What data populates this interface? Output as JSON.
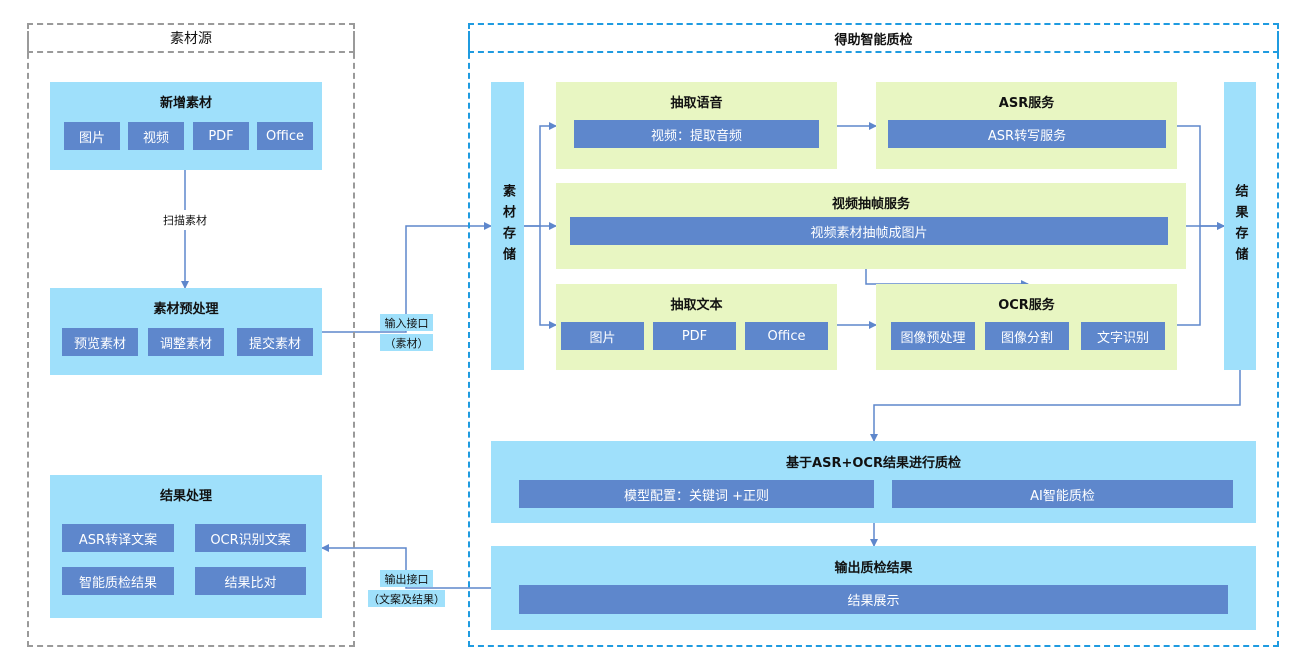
{
  "source_panel": {
    "title": "素材源",
    "add_material": {
      "title": "新增素材",
      "items": [
        "图片",
        "视频",
        "PDF",
        "Office"
      ]
    },
    "scan_label": "扫描素材",
    "preprocess": {
      "title": "素材预处理",
      "items": [
        "预览素材",
        "调整素材",
        "提交素材"
      ]
    },
    "result_process": {
      "title": "结果处理",
      "items": [
        "ASR转译文案",
        "OCR识别文案",
        "智能质检结果",
        "结果比对"
      ]
    }
  },
  "input_interface": {
    "line1": "输入接口",
    "line2": "（素材）"
  },
  "output_interface": {
    "line1": "输出接口",
    "line2": "（文案及结果）"
  },
  "qc_panel": {
    "title": "得助智能质检",
    "storage": "素材存储",
    "result_storage": "结果存储",
    "extract_audio": {
      "title": "抽取语音",
      "items": [
        "视频：提取音频"
      ]
    },
    "asr_service": {
      "title": "ASR服务",
      "items": [
        "ASR转写服务"
      ]
    },
    "frame_service": {
      "title": "视频抽帧服务",
      "items": [
        "视频素材抽帧成图片"
      ]
    },
    "extract_text": {
      "title": "抽取文本",
      "items": [
        "图片",
        "PDF",
        "Office"
      ]
    },
    "ocr_service": {
      "title": "OCR服务",
      "items": [
        "图像预处理",
        "图像分割",
        "文字识别"
      ]
    },
    "quality_check": {
      "title": "基于ASR+OCR结果进行质检",
      "items": [
        "模型配置：关键词 +正则",
        "AI智能质检"
      ]
    },
    "output_result": {
      "title": "输出质检结果",
      "items": [
        "结果展示"
      ]
    }
  },
  "colors": {
    "panel_cyan": "#9fe0fb",
    "panel_green": "#e8f6c2",
    "chip_blue": "#5e87cc",
    "arrow": "#5e87cc",
    "border_blue": "#1f9be0",
    "border_gray": "#9a9a9a"
  }
}
